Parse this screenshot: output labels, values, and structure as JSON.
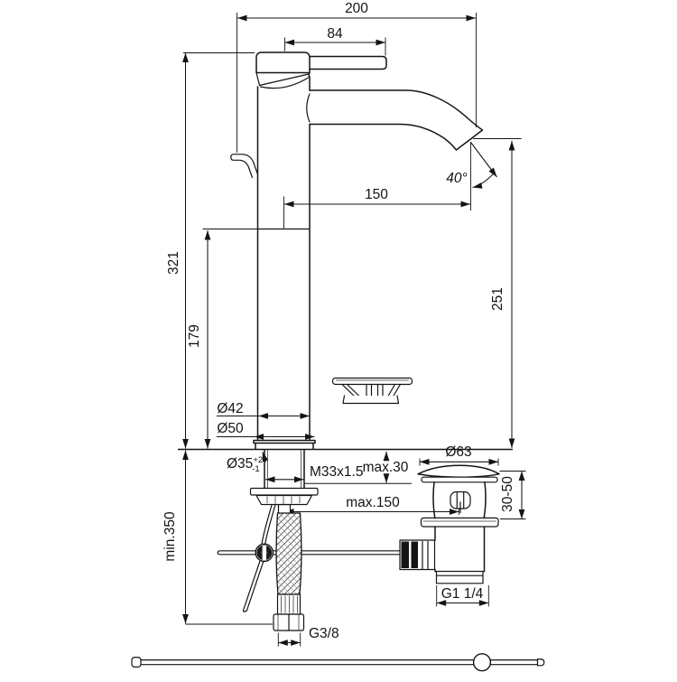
{
  "colors": {
    "ink": "#141414",
    "background": "#ffffff"
  },
  "dimensions": {
    "total_width": "200",
    "lever_reach": "84",
    "spout_reach": "150",
    "spout_angle": "40°",
    "total_height": "321",
    "joint_height": "179",
    "spout_outlet_height": "251",
    "min_clearance": "min.350",
    "body_diameter": "Ø42",
    "base_diameter": "Ø50",
    "hole_diameter": "Ø35",
    "hole_tolerance_plus": "+2",
    "hole_tolerance_minus": "-1",
    "mounting_thread": "M33x1.5",
    "max_deck_thickness": "max.30",
    "max_drain_offset": "max.150",
    "waste_cap_diameter": "Ø63",
    "waste_height_range": "30-50",
    "waste_thread": "G1 1/4",
    "supply_thread": "G3/8"
  }
}
